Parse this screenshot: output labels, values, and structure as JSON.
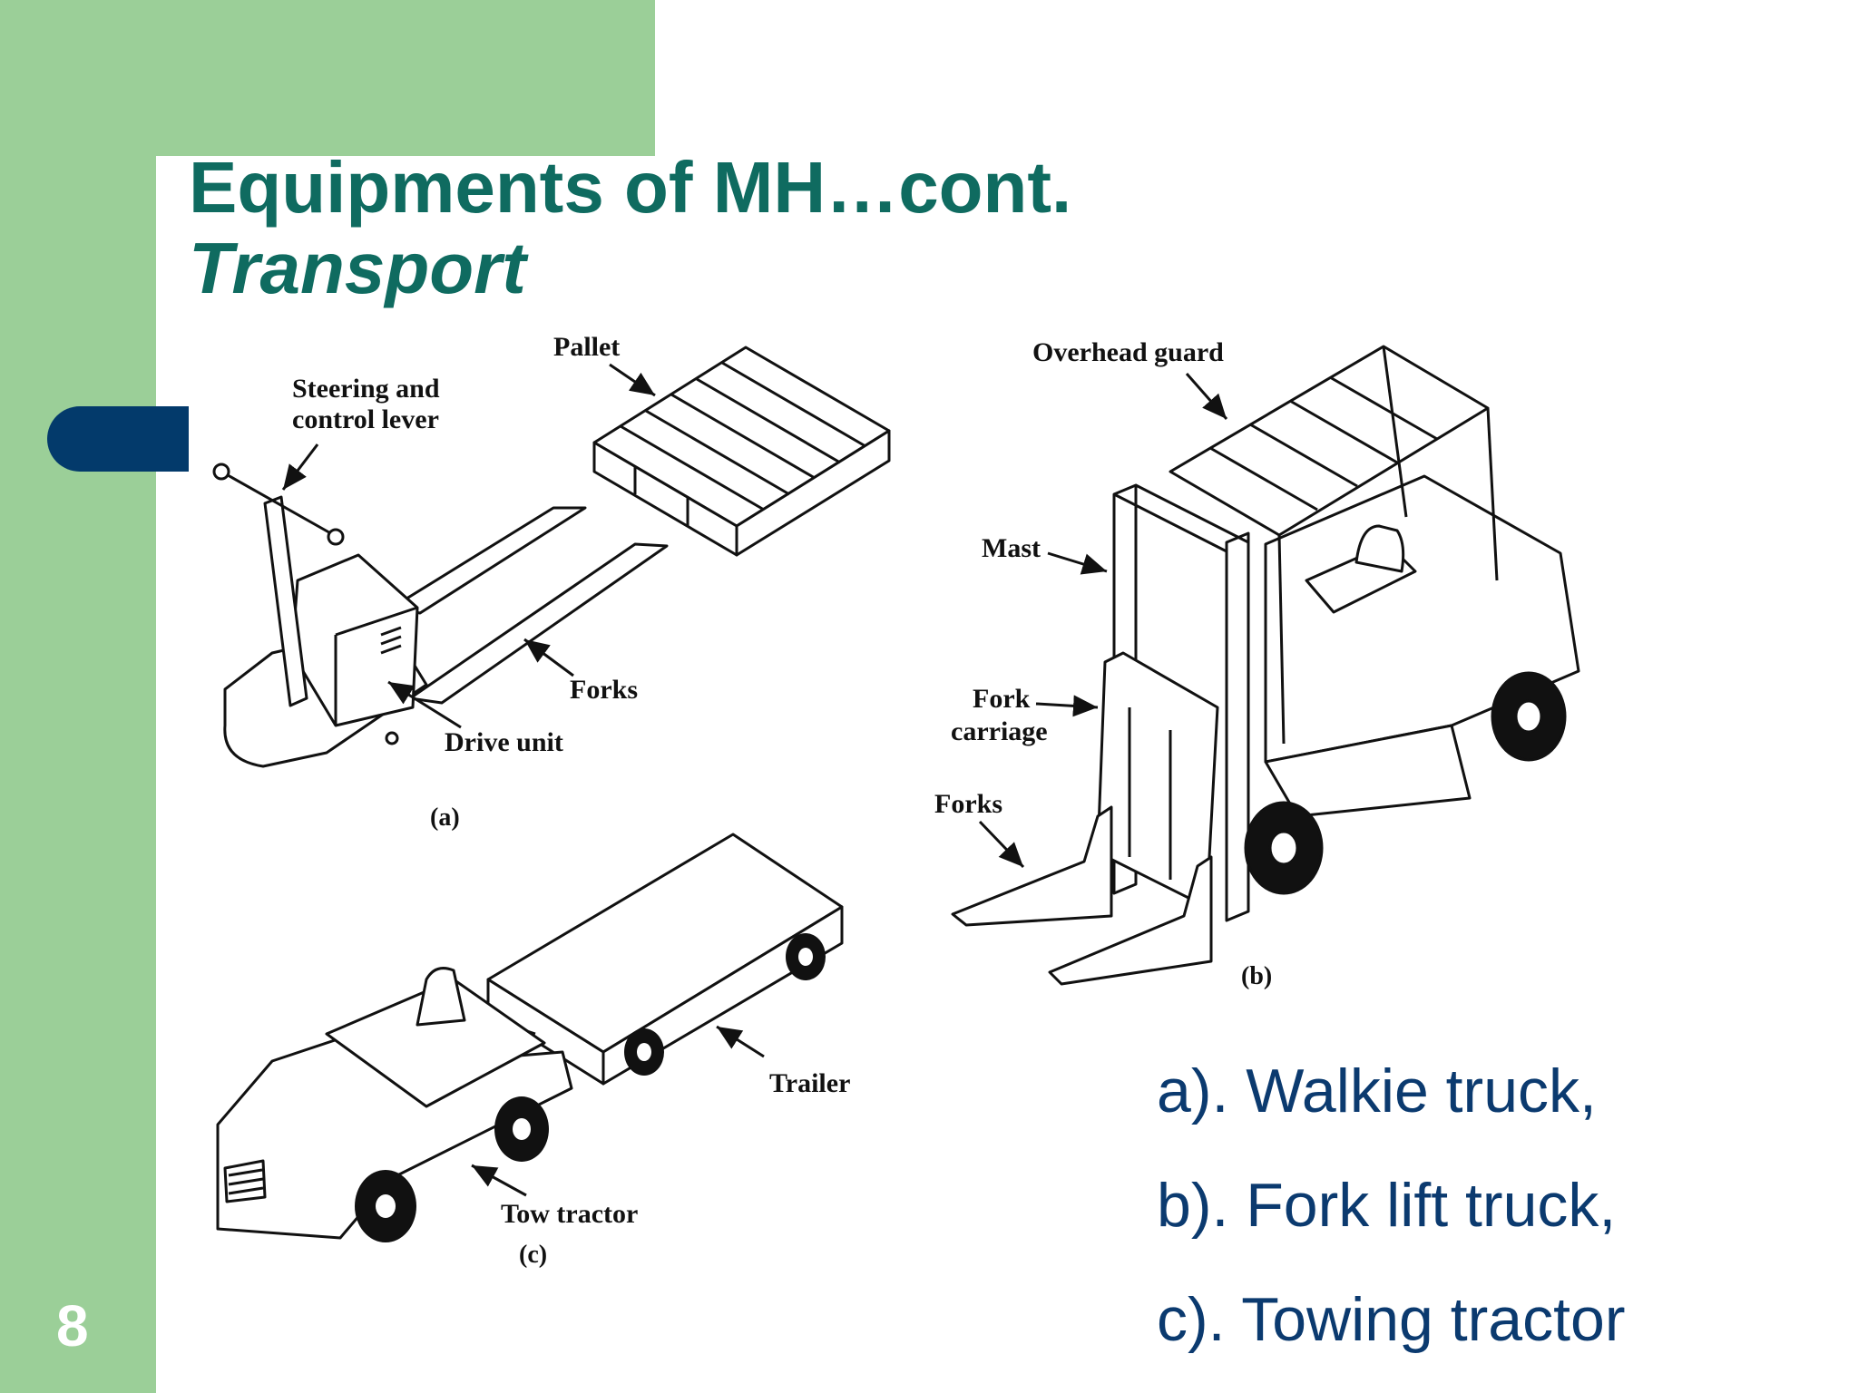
{
  "slide": {
    "number": "8",
    "title": "Equipments of MH…cont.",
    "subtitle": "Transport"
  },
  "diagram": {
    "labels": {
      "pallet": "Pallet",
      "steering": [
        "Steering and",
        "control lever"
      ],
      "forks_a": "Forks",
      "drive_unit": "Drive unit",
      "caption_a": "(a)",
      "overhead_guard": "Overhead guard",
      "mast": "Mast",
      "fork_carriage": [
        "Fork",
        "carriage"
      ],
      "forks_b": "Forks",
      "caption_b": "(b)",
      "trailer": "Trailer",
      "tow_tractor": "Tow tractor",
      "caption_c": "(c)"
    }
  },
  "legend": {
    "items": [
      "a). Walkie truck,",
      "b). Fork lift truck,",
      "c). Towing tractor"
    ]
  }
}
